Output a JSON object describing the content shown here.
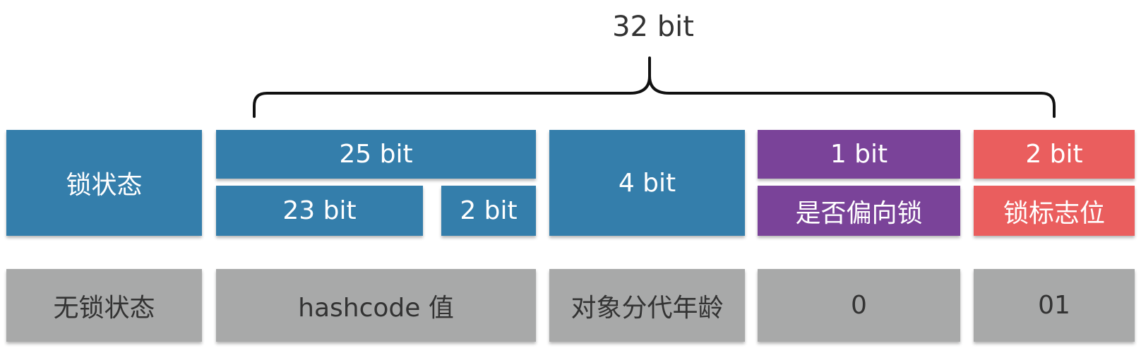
{
  "total": {
    "label": "32 bit"
  },
  "header": {
    "lock_state": "锁状态",
    "hash_bits": "25 bit",
    "hash_sub_1": "23 bit",
    "hash_sub_2": "2 bit",
    "age_bits": "4 bit",
    "biased_bits": "1 bit",
    "biased_name": "是否偏向锁",
    "flag_bits": "2 bit",
    "flag_name": "锁标志位"
  },
  "row": {
    "state": "无锁状态",
    "hashcode": "hashcode 值",
    "age": "对象分代年龄",
    "biased": "0",
    "flag": "01"
  },
  "colors": {
    "blue": "#347eab",
    "purple": "#7a4399",
    "red": "#ea5e5e",
    "gray": "#a8a9a9",
    "text_dark": "#333333"
  }
}
